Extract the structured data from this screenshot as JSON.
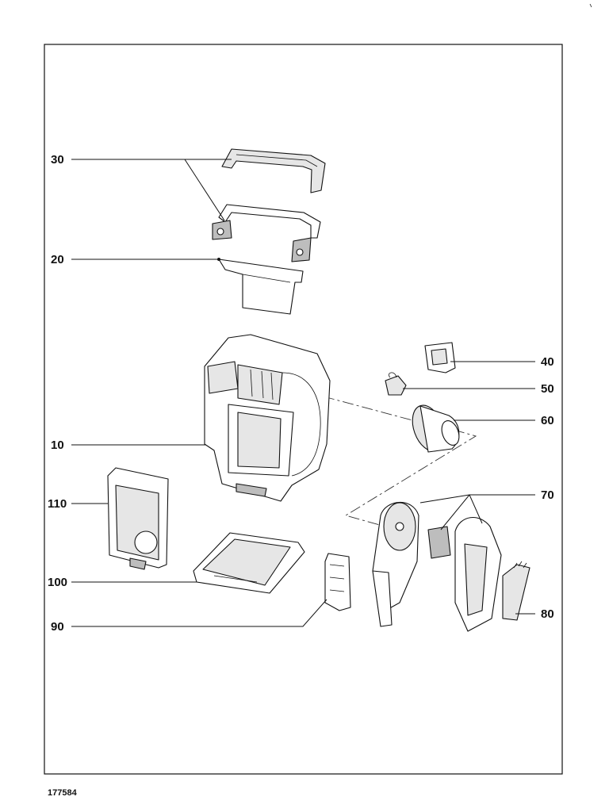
{
  "callouts": {
    "c30": "30",
    "c20": "20",
    "c40": "40",
    "c50": "50",
    "c60": "60",
    "c10": "10",
    "c110": "110",
    "c70": "70",
    "c100": "100",
    "c90": "90",
    "c80": "80"
  },
  "document_id": "177584"
}
